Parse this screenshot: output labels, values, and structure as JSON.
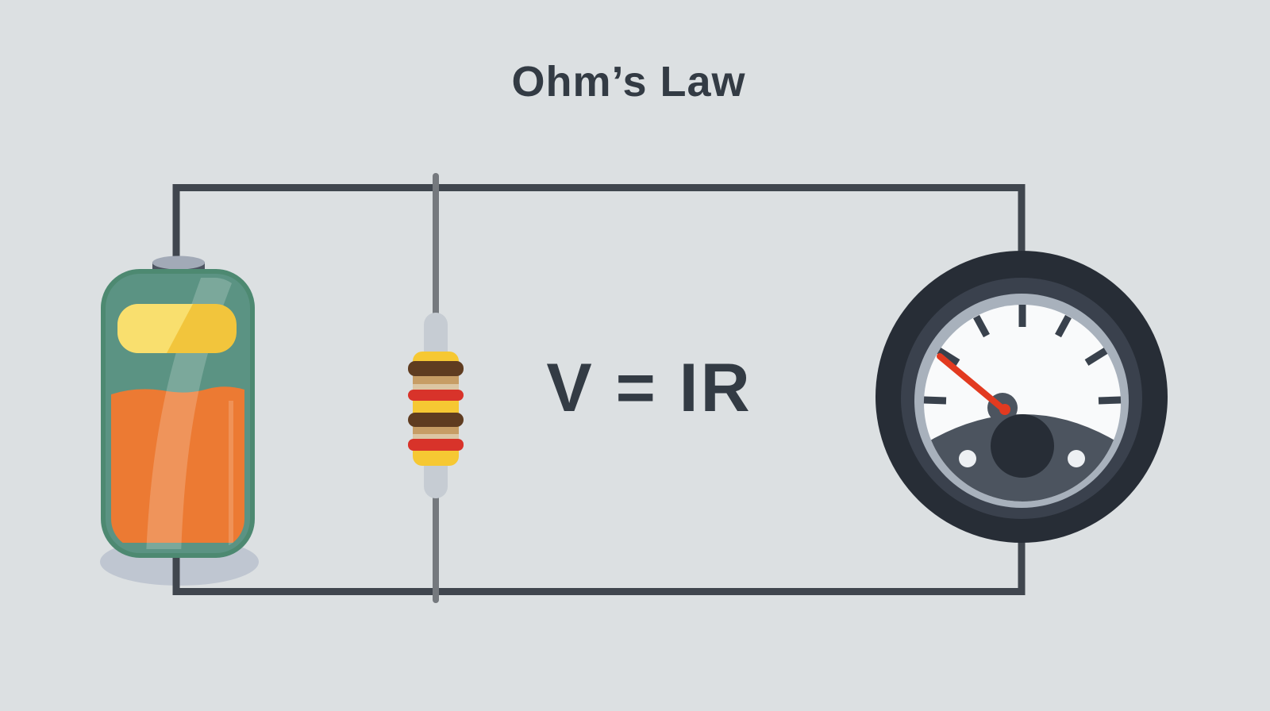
{
  "title": "Ohm’s Law",
  "formula": "V = IR",
  "diagram": {
    "description_labels": {
      "battery": "battery",
      "resistor": "resistor",
      "meter": "analog-meter"
    },
    "meter": {
      "tick_count": 7,
      "needle_angle_deg": 140
    }
  },
  "colors": {
    "background": "#dce0e2",
    "wire": "#40464e",
    "lead_wire": "#75797e",
    "text": "#333b44",
    "battery_glass": "#5b9383",
    "battery_glass_edge": "#4d8971",
    "battery_cap": "#4d5561",
    "battery_cap_top": "#a2aab7",
    "battery_band_yellow": "#f2c53c",
    "battery_band_highlight": "#f9e173",
    "battery_liquid": "#ec7a33",
    "battery_shadow": "#b5becb",
    "resistor_lead": "#c6ccd3",
    "resistor_body_yellow": "#f6c833",
    "resistor_band_brown": "#5f3c20",
    "resistor_band_red": "#d8332a",
    "resistor_band_tan": "#c79d65",
    "resistor_band_tan_light": "#dcc6a3",
    "meter_outer": "#272d36",
    "meter_inner_ring": "#3a414d",
    "meter_bezel": "#a8b1bc",
    "meter_face": "#f9fafb",
    "meter_tick": "#39414c",
    "meter_needle": "#e23a20",
    "meter_cover": "#4c545f",
    "meter_hub": "#272d36",
    "meter_screw": "#edf0f3"
  }
}
